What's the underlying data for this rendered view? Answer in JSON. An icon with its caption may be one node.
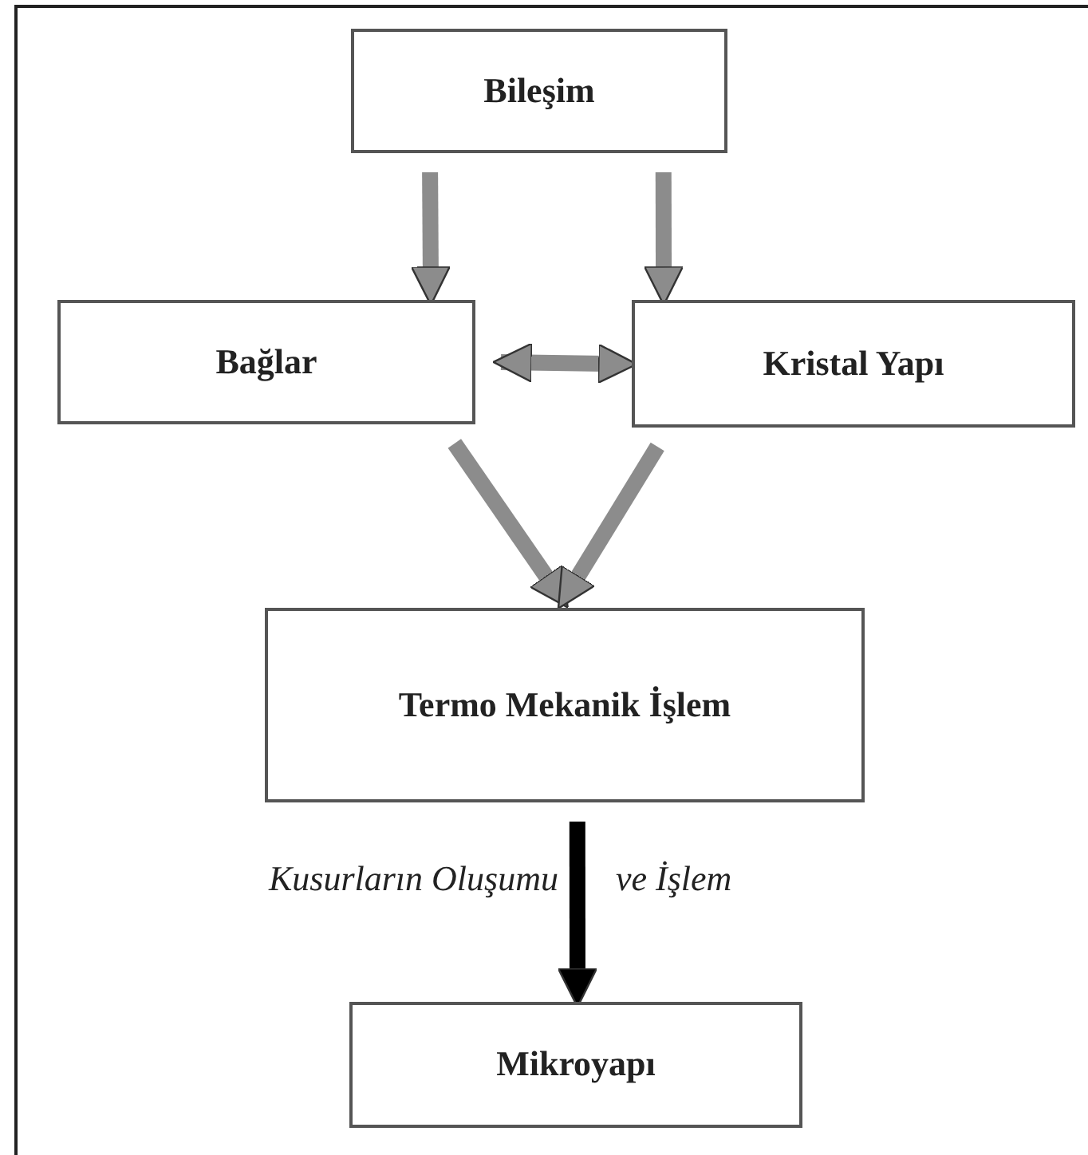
{
  "diagram": {
    "nodes": [
      {
        "text": [
          "Bileşim"
        ]
      },
      {
        "text": [
          "Bağlar"
        ]
      },
      {
        "text": [
          "Kristal Yapı"
        ]
      },
      {
        "text": [
          "Termo Mekanik İşlem"
        ]
      },
      {
        "text": [
          "Mikroyapı"
        ]
      }
    ],
    "edges": [
      {
        "from": 0,
        "to": 1,
        "arrow": "to"
      },
      {
        "from": 0,
        "to": 2,
        "arrow": "to"
      },
      {
        "from": 1,
        "to": 2,
        "arrow": "both"
      },
      {
        "from": 1,
        "to": 3,
        "arrow": "to"
      },
      {
        "from": 2,
        "to": 3,
        "arrow": "to"
      },
      {
        "from": 3,
        "to": 4,
        "arrow": "to",
        "color": "#000000",
        "label": "Kusurların Oluşumu"
      }
    ],
    "labels": [
      "ve İşlem"
    ]
  }
}
